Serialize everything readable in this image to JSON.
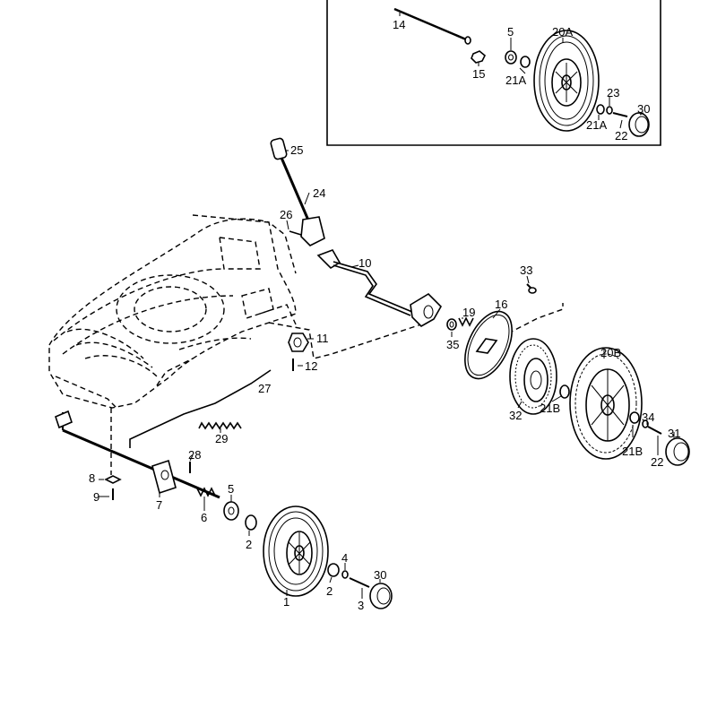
{
  "callouts": {
    "c14": "14",
    "c5a": "5",
    "c20a": "20A",
    "c15": "15",
    "c21a1": "21A",
    "c23": "23",
    "c30a": "30",
    "c21a2": "21A",
    "c22a": "22",
    "c25": "25",
    "c24": "24",
    "c26": "26",
    "c10": "10",
    "c33": "33",
    "c16": "16",
    "c19": "19",
    "c35": "35",
    "c11": "11",
    "c12": "12",
    "c27": "27",
    "c20b": "20B",
    "c32": "32",
    "c21b1": "21B",
    "c34": "34",
    "c31": "31",
    "c21b2": "21B",
    "c22b": "22",
    "c29": "29",
    "c28": "28",
    "c8": "8",
    "c9": "9",
    "c7": "7",
    "c6": "6",
    "c5b": "5",
    "c2a": "2",
    "c4": "4",
    "c30b": "30",
    "c2b": "2",
    "c1": "1",
    "c3": "3"
  }
}
